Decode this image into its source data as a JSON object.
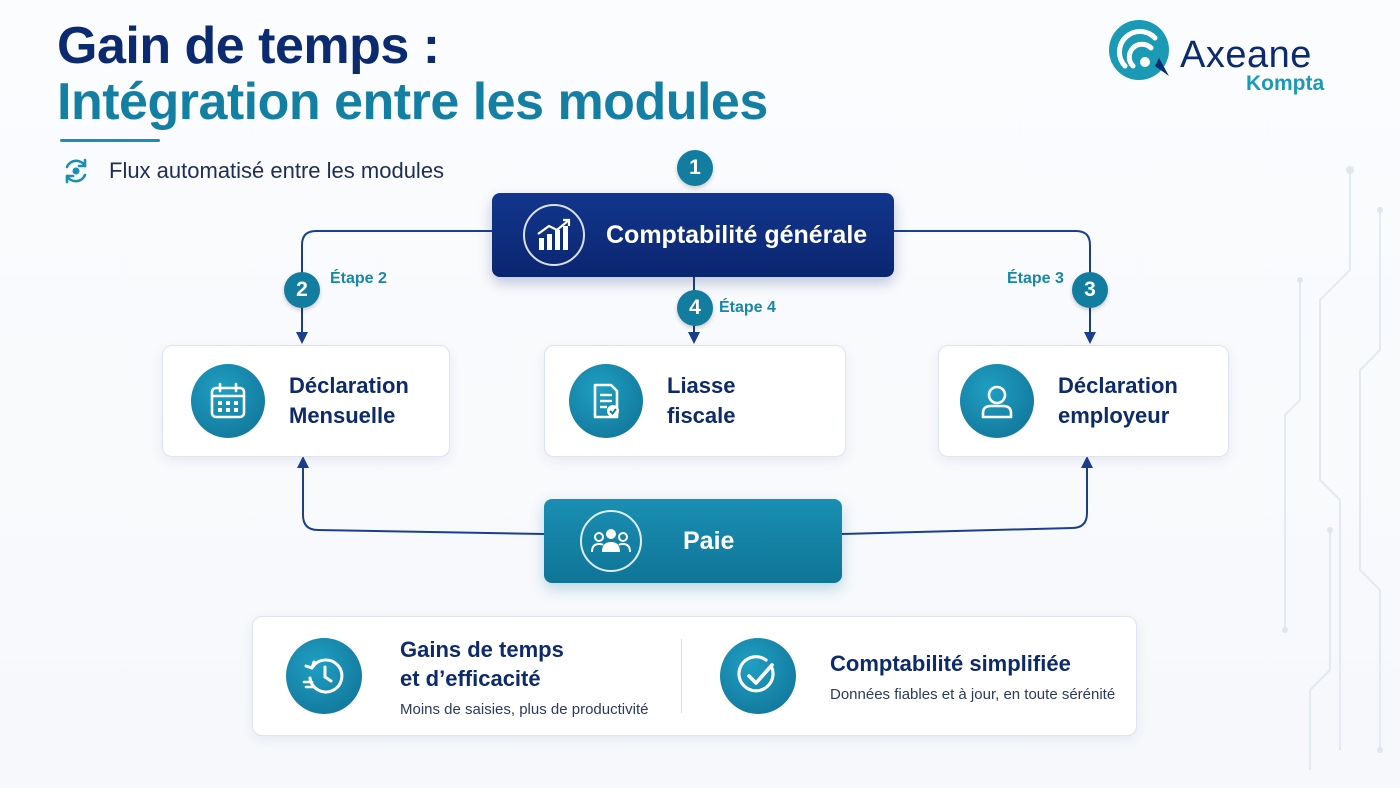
{
  "header": {
    "title_line1": "Gain de temps :",
    "title_line2": "Intégration entre les modules",
    "subtitle": "Flux automatisé entre les modules"
  },
  "logo": {
    "name": "Axeane",
    "sub": "Kompta"
  },
  "colors": {
    "navy": "#0b2a6f",
    "teal": "#137fa3",
    "accent": "#1a9ab5"
  },
  "diagram": {
    "top_module": {
      "label": "Comptabilité générale",
      "icon": "chart-icon"
    },
    "bottom_module": {
      "label": "Paie",
      "icon": "people-icon"
    },
    "modules": [
      {
        "line1": "Déclaration",
        "line2": "Mensuelle",
        "icon": "calendar-icon"
      },
      {
        "line1": "Liasse",
        "line2": "fiscale",
        "icon": "document-icon"
      },
      {
        "line1": "Déclaration",
        "line2": "employeur",
        "icon": "user-icon"
      }
    ],
    "steps": [
      {
        "number": "1"
      },
      {
        "number": "2",
        "label": "Étape 2"
      },
      {
        "number": "3",
        "label": "Étape 3"
      },
      {
        "number": "4",
        "label": "Étape 4"
      }
    ]
  },
  "benefits": [
    {
      "title_line1": "Gains de temps",
      "title_line2": "et d’efficacité",
      "text": "Moins de saisies, plus de productivité",
      "icon": "clock-icon"
    },
    {
      "title_line1": "Comptabilité simplifiée",
      "text": "Données fiables et à jour, en toute sérénité",
      "icon": "check-icon"
    }
  ]
}
